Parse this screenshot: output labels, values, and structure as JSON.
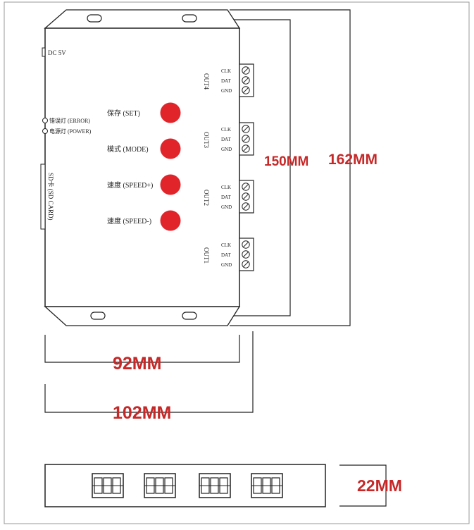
{
  "colors": {
    "line": "#222222",
    "dimension_text": "#c62828",
    "button": "#e0242a",
    "frame": "#9a9a9a"
  },
  "device": {
    "power_label": "DC 5V",
    "indicators": {
      "error": "错误灯 (ERROR)",
      "power": "电源灯 (POWER)"
    },
    "sd_label": "SD卡 (SD CARD)",
    "buttons": [
      "保存 (SET)",
      "模式 (MODE)",
      "速度 (SPEED+)",
      "速度 (SPEED-)"
    ],
    "outputs": [
      {
        "name": "OUT4",
        "pins": [
          "CLK",
          "DAT",
          "GND"
        ]
      },
      {
        "name": "OUT3",
        "pins": [
          "CLK",
          "DAT",
          "GND"
        ]
      },
      {
        "name": "OUT2",
        "pins": [
          "CLK",
          "DAT",
          "GND"
        ]
      },
      {
        "name": "OUT1",
        "pins": [
          "CLK",
          "DAT",
          "GND"
        ]
      }
    ]
  },
  "dimensions": {
    "inner_height": "150MM",
    "outer_height": "162MM",
    "inner_width": "92MM",
    "outer_width": "102MM",
    "thickness": "22MM"
  },
  "side_view": {
    "connector_count": 4
  }
}
